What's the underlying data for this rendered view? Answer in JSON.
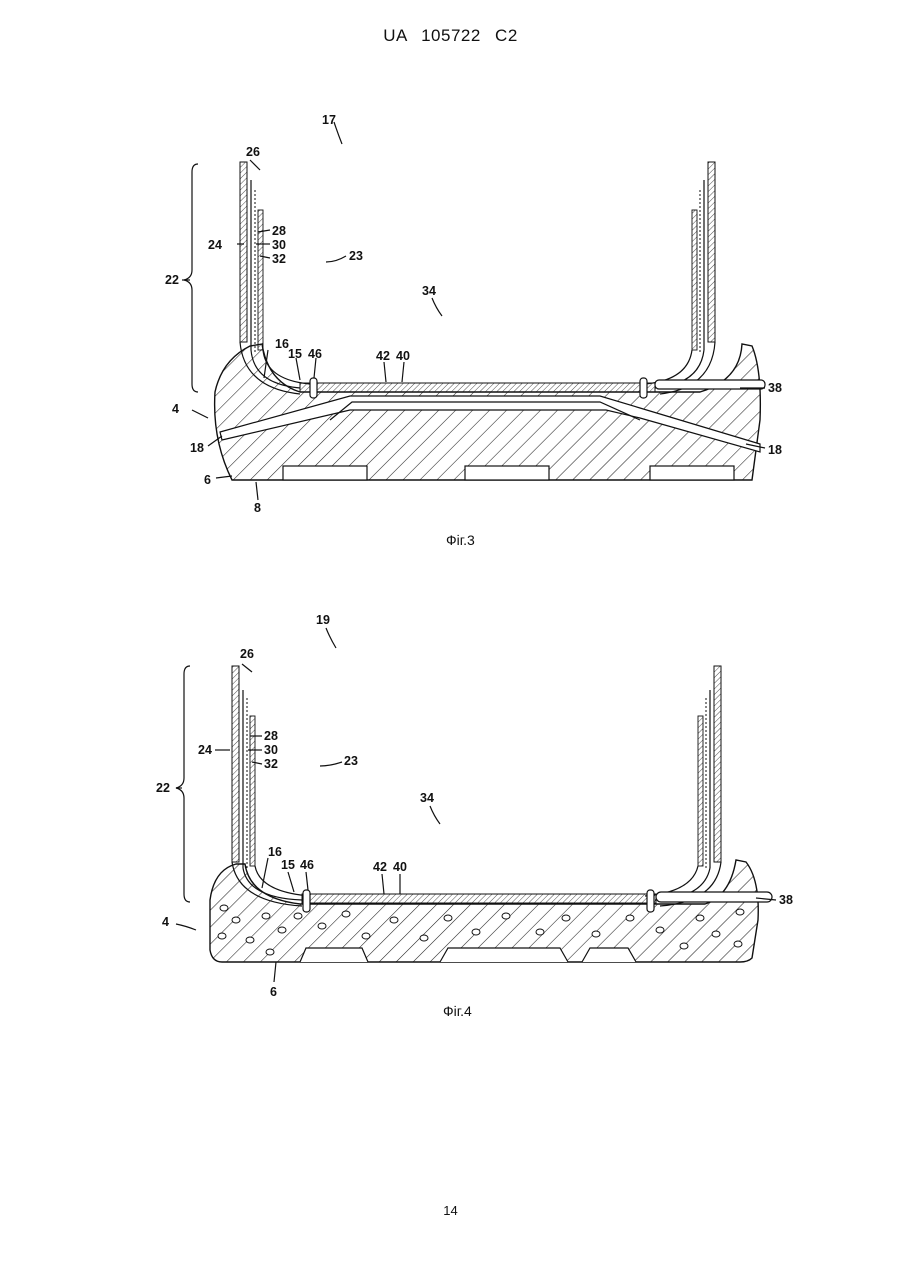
{
  "header": {
    "text": "UA   105722   C2"
  },
  "page_number": "14",
  "figures": [
    {
      "caption": "Фіг.3",
      "labels": {
        "l17": "17",
        "l26": "26",
        "l28": "28",
        "l30": "30",
        "l24": "24",
        "l32": "32",
        "l23": "23",
        "l22": "22",
        "l34": "34",
        "l16": "16",
        "l15": "15",
        "l46": "46",
        "l42": "42",
        "l40": "40",
        "l38": "38",
        "l4": "4",
        "l18a": "18",
        "l18b": "18",
        "l6": "6",
        "l8": "8"
      }
    },
    {
      "caption": "Фіг.4",
      "labels": {
        "l19": "19",
        "l26": "26",
        "l28": "28",
        "l30": "30",
        "l24": "24",
        "l32": "32",
        "l23": "23",
        "l22": "22",
        "l34": "34",
        "l16": "16",
        "l15": "15",
        "l46": "46",
        "l42": "42",
        "l40": "40",
        "l38": "38",
        "l4": "4",
        "l6": "6"
      }
    }
  ]
}
